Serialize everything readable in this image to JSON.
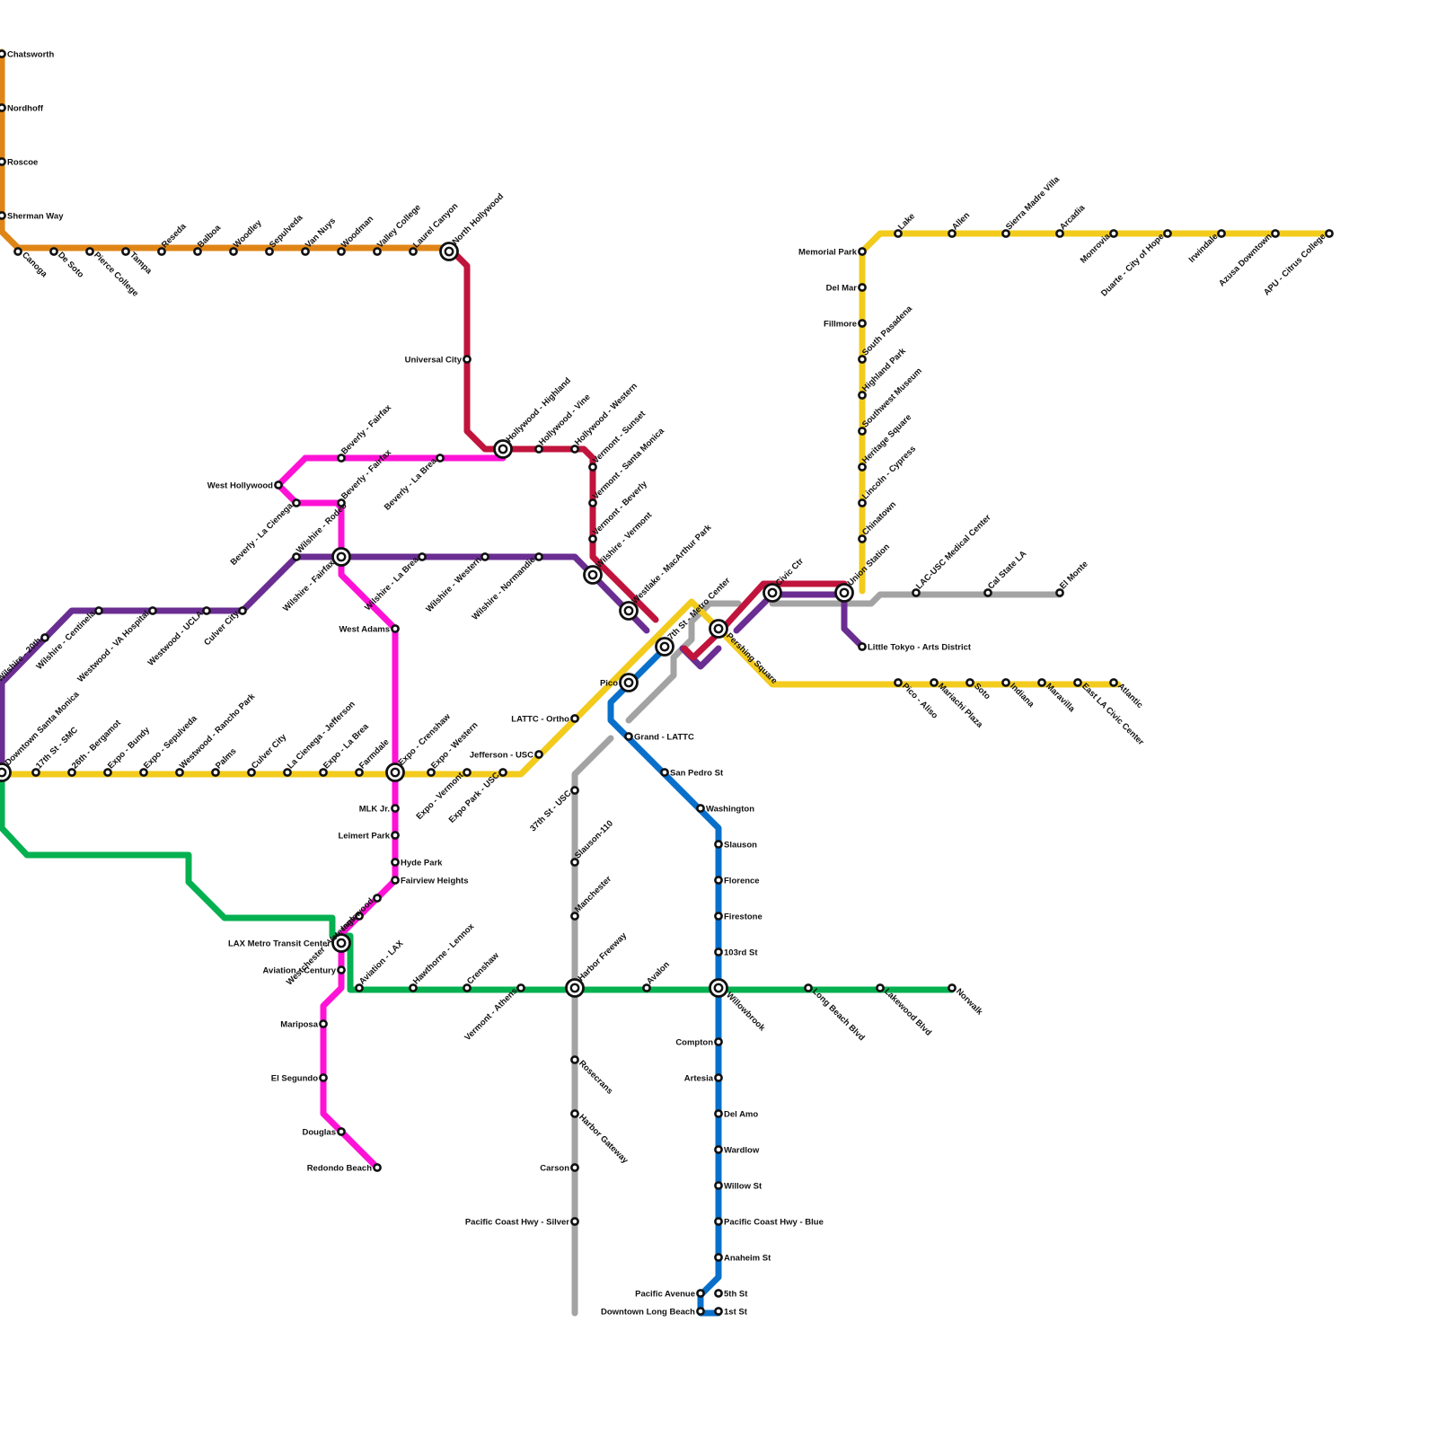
{
  "lines": [
    {
      "name": "orange",
      "color": "#DF8517"
    },
    {
      "name": "red",
      "color": "#C0143C"
    },
    {
      "name": "purple",
      "color": "#6A2E92"
    },
    {
      "name": "magenta",
      "color": "#FF12D6"
    },
    {
      "name": "yellow",
      "color": "#F2CB1C"
    },
    {
      "name": "green",
      "color": "#05B050"
    },
    {
      "name": "blue",
      "color": "#0870CB"
    },
    {
      "name": "gray",
      "color": "#A3A3A3"
    }
  ],
  "stations": {
    "chatsworth": "Chatsworth",
    "nordhoff": "Nordhoff",
    "roscoe": "Roscoe",
    "sherman_way": "Sherman Way",
    "canoga": "Canoga",
    "de_soto": "De Soto",
    "pierce_college": "Pierce College",
    "tampa": "Tampa",
    "reseda": "Reseda",
    "balboa": "Balboa",
    "woodley": "Woodley",
    "sepulveda": "Sepulveda",
    "van_nuys": "Van Nuys",
    "woodman": "Woodman",
    "valley_college": "Valley College",
    "laurel_canyon": "Laurel Canyon",
    "north_hollywood": "North Hollywood",
    "universal_city": "Universal City",
    "hollywood_highland": "Hollywood - Highland",
    "hollywood_vine": "Hollywood - Vine",
    "hollywood_western": "Hollywood - Western",
    "vermont_sunset": "Vermont - Sunset",
    "vermont_santa_monica": "Vermont - Santa Monica",
    "vermont_beverly": "Vermont - Beverly",
    "wilshire_vermont": "Wilshire - Vermont",
    "westlake_macarthur": "Westlake - MacArthur Park",
    "seventh_metro": "7th St - Metro Center",
    "pershing_square": "Pershing Square",
    "civic_ctr": "Civic Ctr",
    "union_station": "Union Station",
    "beverly_fairfax_1": "Beverly - Fairfax",
    "beverly_fairfax_2": "Beverly - Fairfax",
    "west_hollywood": "West Hollywood",
    "beverly_la_cienega": "Beverly - La Cienega",
    "beverly_la_brea": "Beverly - La Brea",
    "wilshire_rodeo": "Wilshire - Rodeo",
    "wilshire_fairfax": "Wilshire - Fairfax",
    "wilshire_la_brea": "Wilshire - La Brea",
    "wilshire_western": "Wilshire - Western",
    "wilshire_normandie": "Wilshire - Normandie",
    "culver_city_p": "Culver City",
    "westwood_ucla": "Westwood - UCLA",
    "westwood_va": "Westwood - VA Hospital",
    "wilshire_centinela": "Wilshire - Centinela",
    "wilshire_20th": "Wilshire - 20th",
    "little_tokyo": "Little Tokyo - Arts District",
    "west_adams": "West Adams",
    "expo_crenshaw": "Expo - Crenshaw",
    "mlk": "MLK Jr.",
    "leimert_park": "Leimert Park",
    "hyde_park": "Hyde Park",
    "fairview_heights": "Fairview Heights",
    "inglewood": "Inglewood",
    "westchester_veterans": "Westchester - Veterans",
    "lax_metro": "LAX Metro Transit Center",
    "aviation_century": "Aviation - Century",
    "mariposa": "Mariposa",
    "el_segundo": "El Segundo",
    "douglas": "Douglas",
    "redondo_beach": "Redondo Beach",
    "downtown_santa_monica": "Downtown Santa Monica",
    "seventeenth_smc": "17th St - SMC",
    "twentysixth_bergamot": "26th - Bergamot",
    "expo_bundy": "Expo - Bundy",
    "expo_sepulveda": "Expo - Sepulveda",
    "westwood_rancho": "Westwood - Rancho Park",
    "palms": "Palms",
    "culver_city_e": "Culver City",
    "la_cienega_jefferson": "La Cienega - Jefferson",
    "expo_la_brea": "Expo - La Brea",
    "farmdale": "Farmdale",
    "expo_western": "Expo - Western",
    "expo_vermont": "Expo - Vermont",
    "expo_park_usc": "Expo Park - USC",
    "jefferson_usc": "Jefferson - USC",
    "lattc_ortho": "LATTC - Ortho",
    "pico": "Pico",
    "grand_lattc": "Grand - LATTC",
    "san_pedro": "San Pedro St",
    "washington": "Washington",
    "slauson": "Slauson",
    "florence": "Florence",
    "firestone": "Firestone",
    "103rd": "103rd St",
    "willowbrook": "Willowbrook",
    "compton": "Compton",
    "artesia": "Artesia",
    "del_amo": "Del Amo",
    "wardlow": "Wardlow",
    "willow_st": "Willow St",
    "pch_blue": "Pacific Coast Hwy - Blue",
    "anaheim": "Anaheim St",
    "fifth_st": "5th St",
    "first_st": "1st St",
    "pacific_avenue": "Pacific Avenue",
    "downtown_long_beach": "Downtown Long Beach",
    "thirtyseventh_usc": "37th St - USC",
    "slauson_110": "Slauson-110",
    "manchester": "Manchester",
    "harbor_freeway": "Harbor Freeway",
    "rosecrans": "Rosecrans",
    "harbor_gateway": "Harbor Gateway",
    "carson": "Carson",
    "pch_silver": "Pacific Coast Hwy - Silver",
    "aviation_lax": "Aviation - LAX",
    "hawthorne_lennox": "Hawthorne - Lennox",
    "crenshaw": "Crenshaw",
    "vermont_athens": "Vermont - Athens",
    "avalon": "Avalon",
    "long_beach_blvd": "Long Beach Blvd",
    "lakewood": "Lakewood Blvd",
    "norwalk": "Norwalk",
    "memorial_park": "Memorial Park",
    "del_mar": "Del Mar",
    "fillmore": "Fillmore",
    "south_pasadena": "South Pasadena",
    "highland_park": "Highland Park",
    "southwest_museum": "Southwest Museum",
    "heritage_square": "Heritage Square",
    "lincoln_cypress": "Lincoln - Cypress",
    "chinatown": "Chinatown",
    "lake": "Lake",
    "allen": "Allen",
    "sierra_madre": "Sierra Madre Villa",
    "arcadia": "Arcadia",
    "monrovia": "Monrovia",
    "duarte": "Duarte - City of Hope",
    "irwindale": "Irwindale",
    "azusa": "Azusa Downtown",
    "apu_citrus": "APU - Citrus College",
    "lac_usc": "LAC-USC Medical Center",
    "cal_state_la": "Cal State LA",
    "el_monte": "El Monte",
    "pico_aliso": "Pico - Aliso",
    "mariachi_plaza": "Mariachi Plaza",
    "soto": "Soto",
    "indiana": "Indiana",
    "maravilla": "Maravilla",
    "east_la_civic": "East LA Civic Center",
    "atlantic": "Atlantic"
  }
}
